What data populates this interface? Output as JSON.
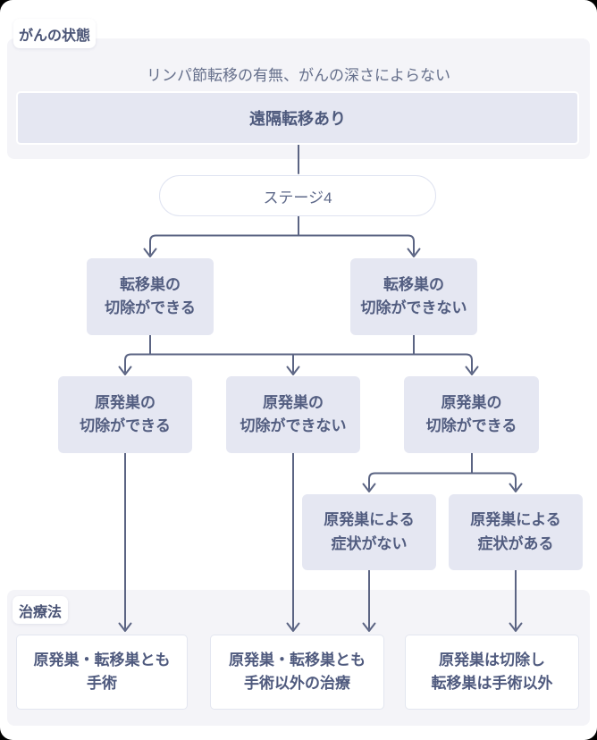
{
  "badges": {
    "state": "がんの状態",
    "treatment": "治療法"
  },
  "top_panel": {
    "note": "リンパ節転移の有無、がんの深さによらない",
    "condition": "遠隔転移あり"
  },
  "stage_pill": {
    "label": "ステージ4"
  },
  "decision_nodes": {
    "meta_resectable": "転移巣の\n切除ができる",
    "meta_unresectable": "転移巣の\n切除ができない",
    "primary_resectable_left": "原発巣の\n切除ができる",
    "primary_unresectable": "原発巣の\n切除ができない",
    "primary_resectable_right": "原発巣の\n切除ができる",
    "symptom_absent": "原発巣による\n症状がない",
    "symptom_present": "原発巣による\n症状がある"
  },
  "treatment_nodes": {
    "surgery_both": "原発巣・転移巣とも\n手術",
    "non_surgery_both": "原発巣・転移巣とも\n手術以外の治療",
    "resect_primary_only": "原発巣は切除し\n転移巣は手術以外"
  },
  "colors": {
    "line": "#5b6483",
    "node_bg": "#e5e7f2",
    "panel_bg": "#f4f4f8",
    "node_text": "#525d80"
  }
}
